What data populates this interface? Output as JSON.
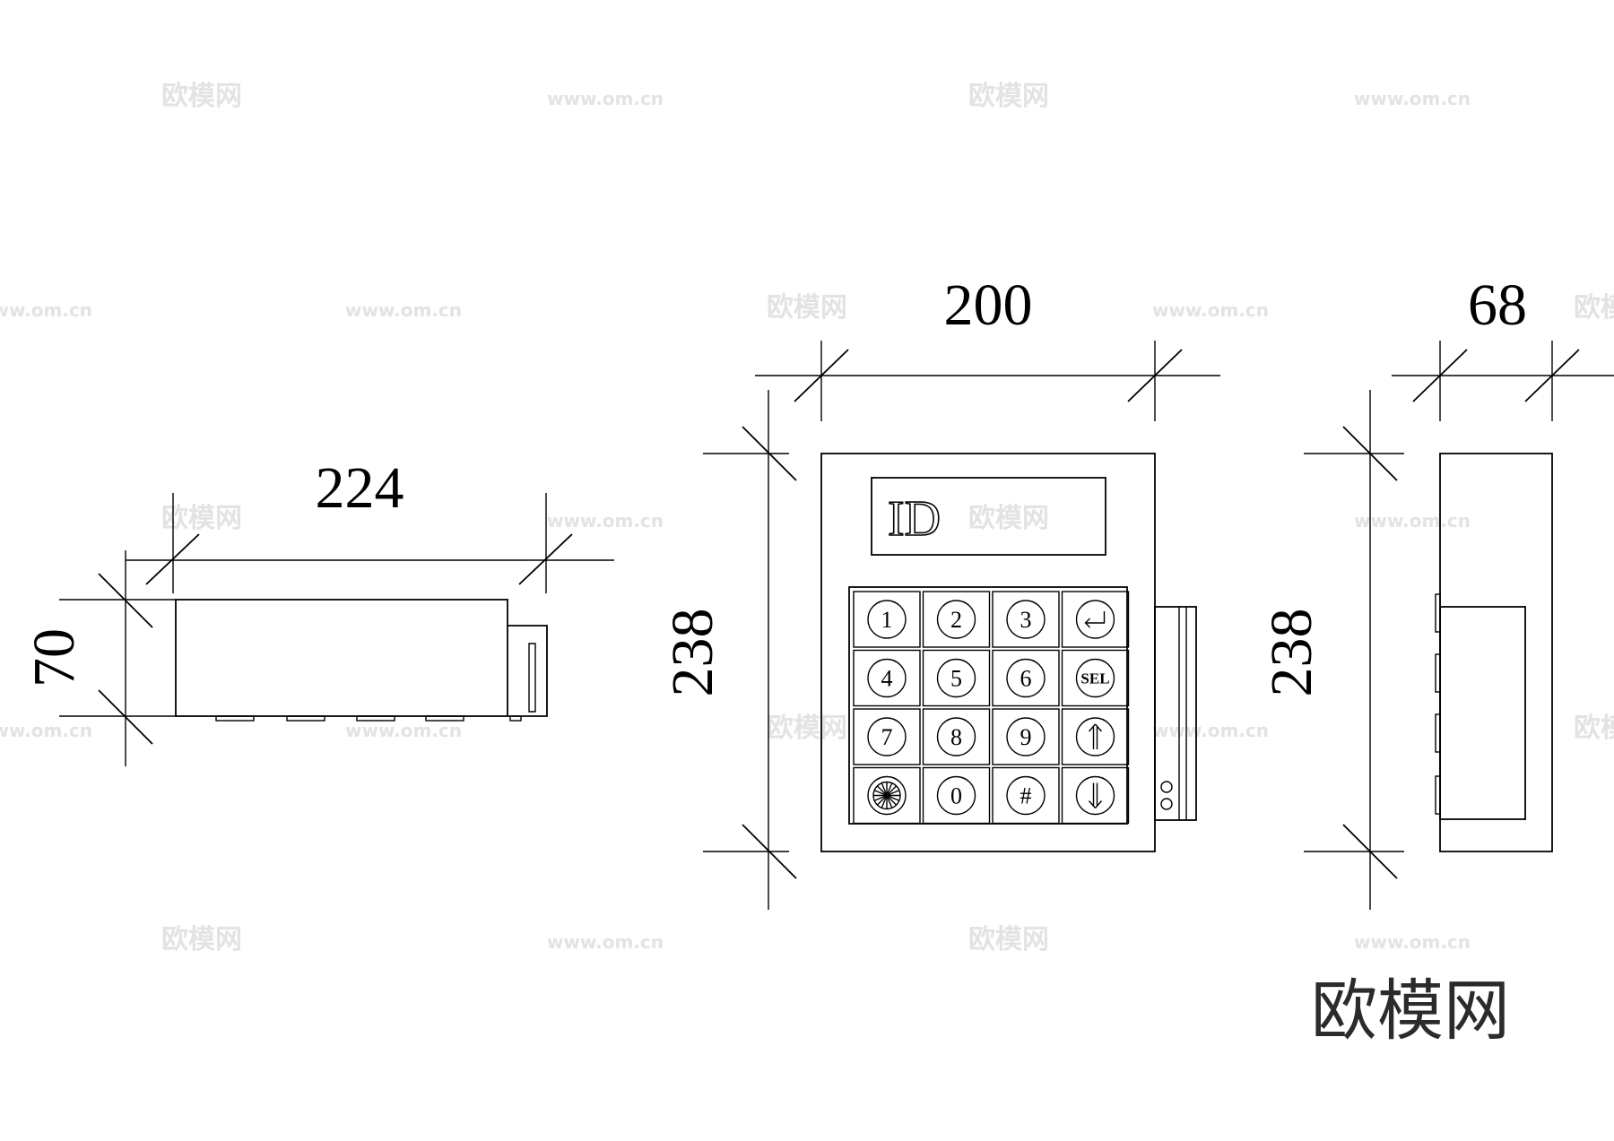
{
  "dimensions": {
    "left_width": "224",
    "left_height": "70",
    "front_width": "200",
    "front_height": "238",
    "side_depth": "68",
    "side_height": "238"
  },
  "display": {
    "label": "ID"
  },
  "keypad": {
    "keys": [
      "1",
      "2",
      "3",
      "enter-icon",
      "4",
      "5",
      "6",
      "SEL",
      "7",
      "8",
      "9",
      "up-arrow-icon",
      "asterisk-icon",
      "0",
      "#",
      "down-arrow-icon"
    ],
    "sel_label": "SEL"
  },
  "watermark": {
    "text": "欧模网",
    "url": "www.om.cn"
  },
  "logo": {
    "text": "欧模网"
  },
  "colors": {
    "line": "#000000",
    "background": "#ffffff",
    "watermark": "#e3e3e3"
  }
}
